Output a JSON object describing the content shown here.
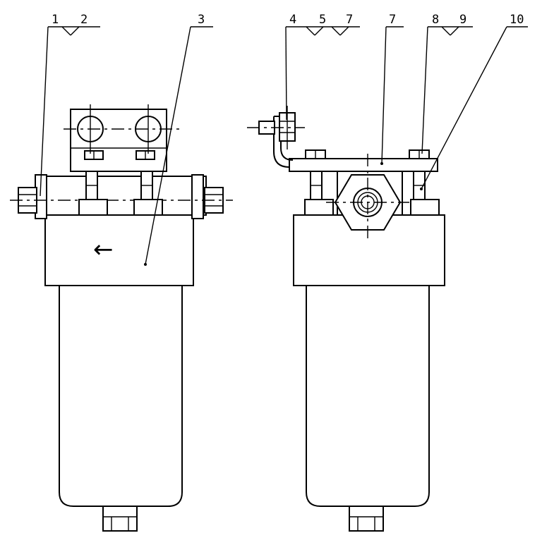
{
  "callouts": {
    "c1": "1",
    "c2": "2",
    "c3": "3",
    "c4": "4",
    "c5": "5",
    "c7a": "7",
    "c7b": "7",
    "c8": "8",
    "c9": "9",
    "c10": "10"
  },
  "flow_arrow": "←"
}
